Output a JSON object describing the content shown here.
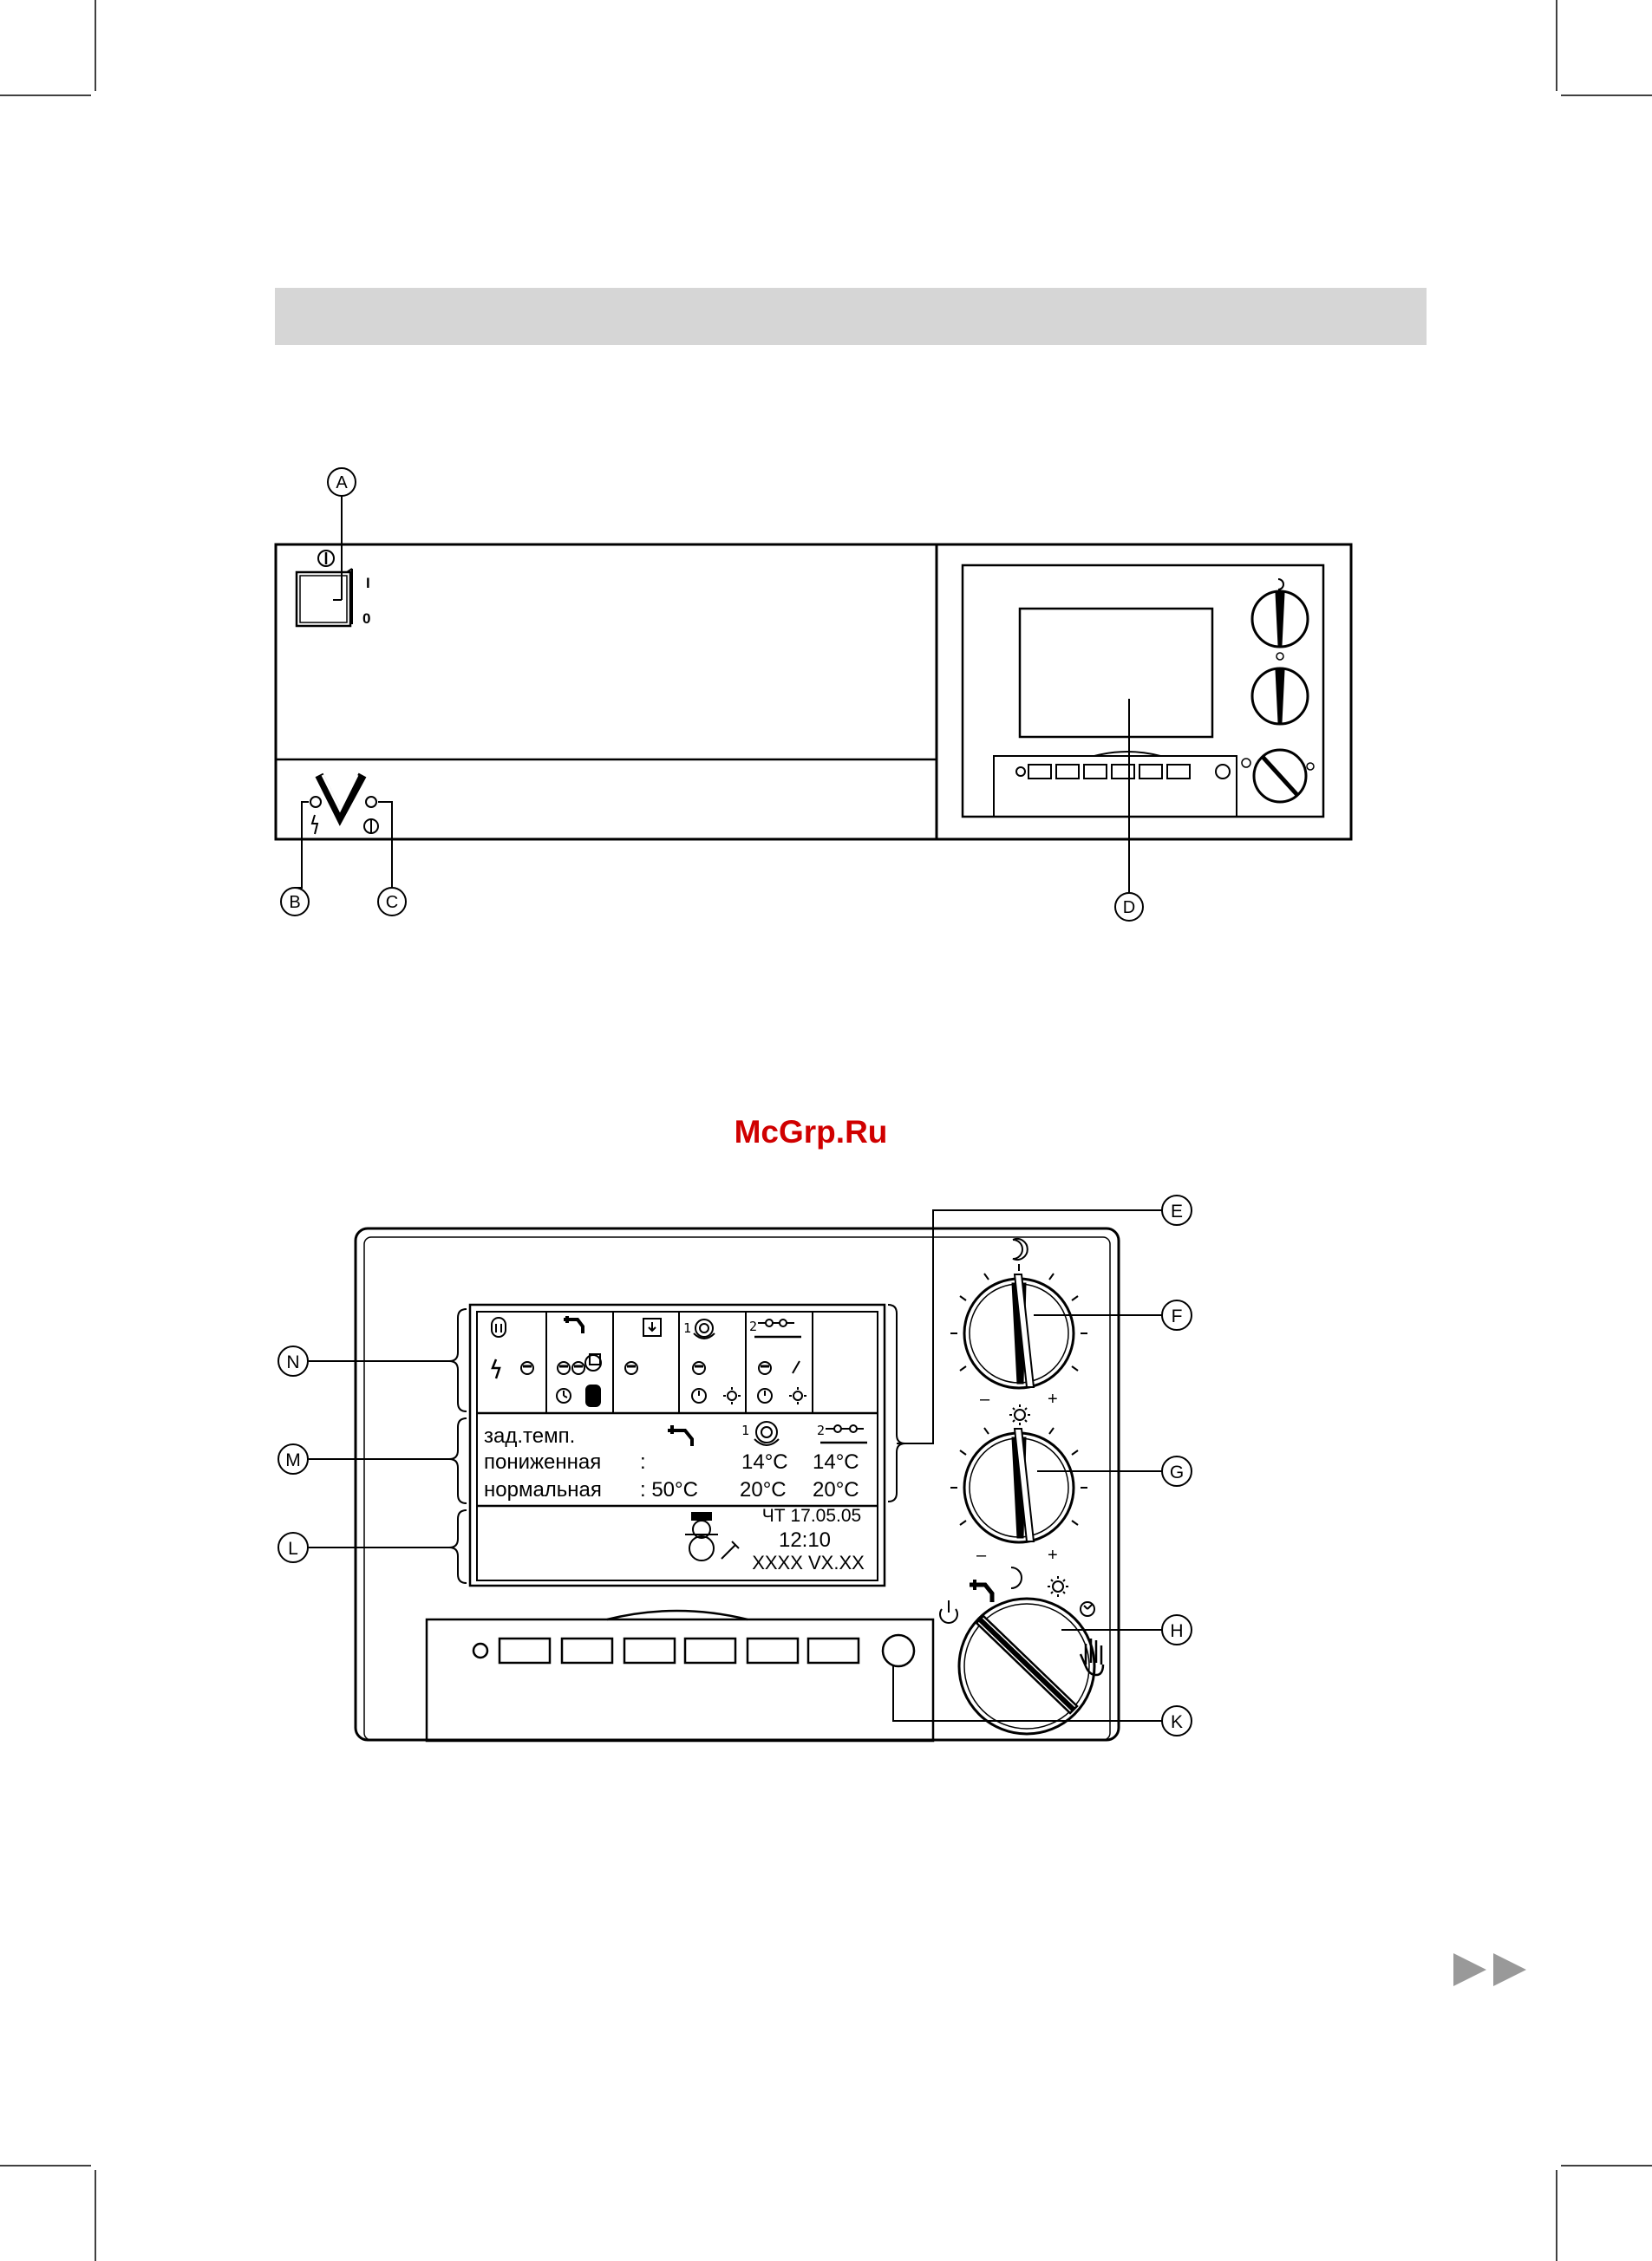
{
  "header_band": {
    "color": "#d6d6d6"
  },
  "watermark": {
    "text": "McGrp.Ru",
    "color": "#d00000"
  },
  "next_page_arrow": {
    "icon": "double-chevron-right-icon",
    "color": "#999999"
  },
  "diagram1": {
    "callouts": [
      "A",
      "B",
      "C",
      "D"
    ],
    "switch_on_label": "I",
    "switch_off_label": "0",
    "brand_logo": "V"
  },
  "diagram2": {
    "callouts": [
      "E",
      "F",
      "G",
      "H",
      "K",
      "L",
      "M",
      "N"
    ],
    "knob_minus": "–",
    "knob_plus": "+",
    "display": {
      "row_labels": [
        "зад.темп.",
        "пониженная",
        "нормальная"
      ],
      "reduced_sep": ":",
      "normal_dhw": ": 50°C",
      "heating_circuit_1": {
        "reduced": "14°C",
        "normal": "20°C"
      },
      "heating_circuit_2": {
        "reduced": "14°C",
        "normal": "20°C"
      },
      "date": "ЧТ 17.05.05",
      "time": "12:10",
      "version": "XXXX VX.XX"
    }
  }
}
